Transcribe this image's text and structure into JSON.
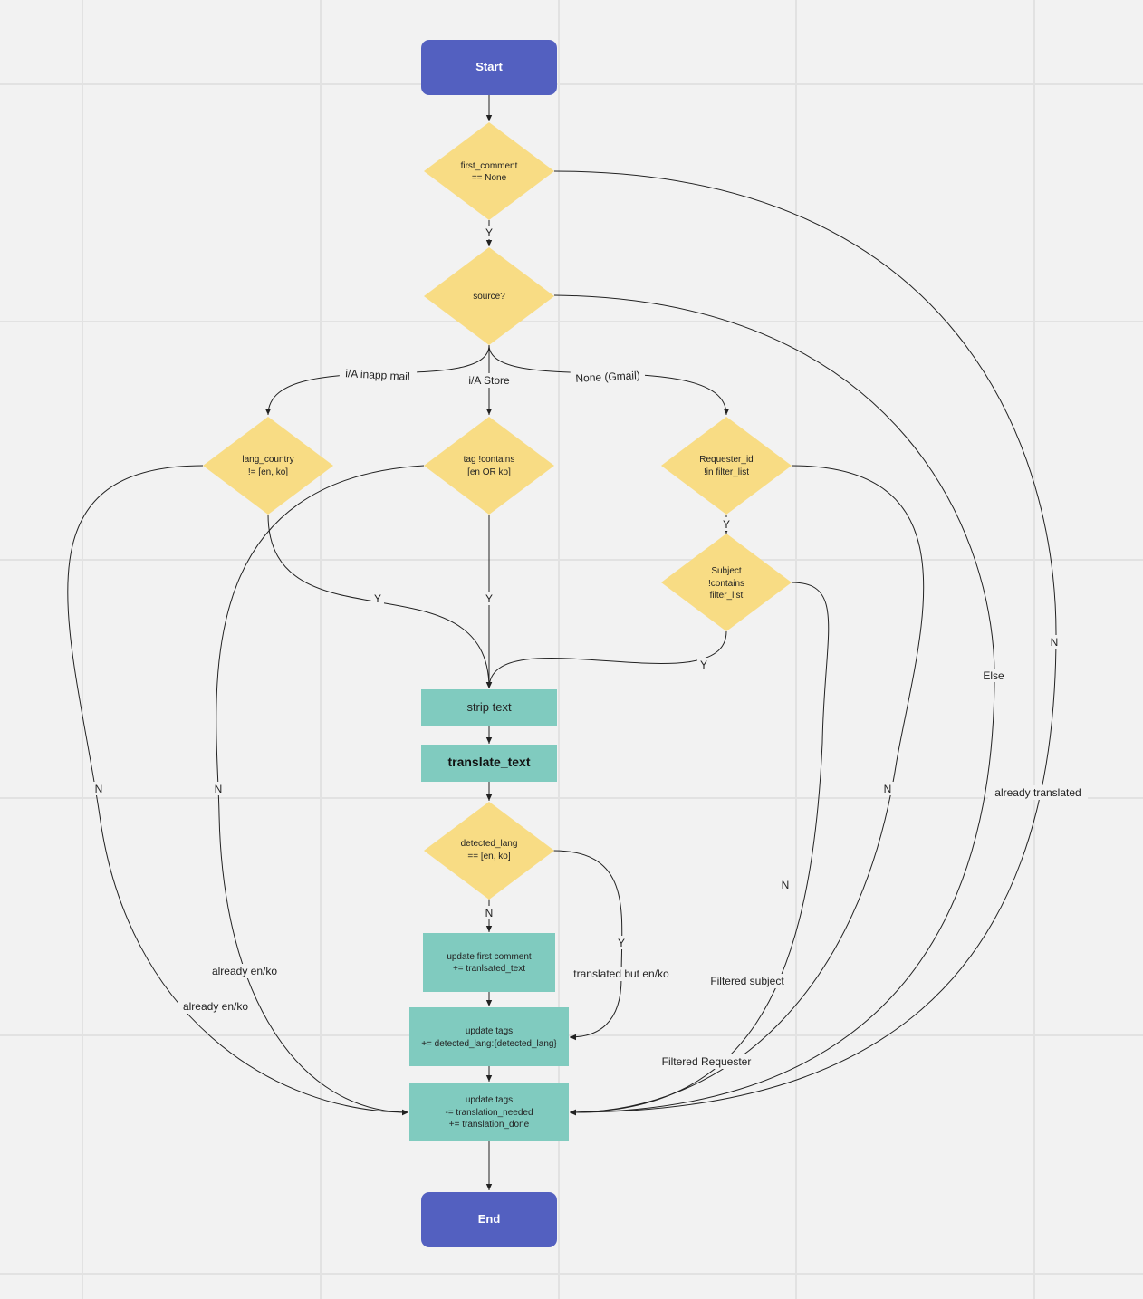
{
  "colors": {
    "background": "#f2f2f2",
    "grid": "#e2e2e2",
    "terminal": "#5360c0",
    "decision": "#f8dc84",
    "process": "#80cbbf",
    "line": "#222222"
  },
  "nodes": {
    "start": "Start",
    "first_comment": [
      "first_comment",
      "== None"
    ],
    "source": [
      "source?"
    ],
    "lang_country": [
      "lang_country",
      "!= [en, ko]"
    ],
    "tag_contains": [
      "tag !contains",
      "[en OR ko]"
    ],
    "requester_id": [
      "Requester_id",
      "!in filter_list"
    ],
    "subject": [
      "Subject",
      "!contains",
      "filter_list"
    ],
    "strip_text": "strip text",
    "translate_text": "translate_text",
    "detected_lang": [
      "detected_lang",
      "== [en, ko]"
    ],
    "update_first_comment": [
      "update first comment",
      "+= tranlsated_text"
    ],
    "update_tags_lang": [
      "update tags",
      "+= detected_lang:{detected_lang}"
    ],
    "update_tags_done": [
      "update tags",
      "-= translation_needed",
      "+= translation_done"
    ],
    "end": "End"
  },
  "edge_labels": {
    "first_y": "Y",
    "inapp": "i/A inapp mail",
    "store": "i/A Store",
    "gmail": "None (Gmail)",
    "lang_y": "Y",
    "tag_y": "Y",
    "req_y": "Y",
    "subject_y": "Y",
    "lang_n": "N",
    "tag_n": "N",
    "req_n": "N",
    "subject_n": "N",
    "source_else": "Else",
    "first_n": "N",
    "detected_n": "N",
    "detected_y": "Y",
    "already_enko_1": "already en/ko",
    "already_enko_2": "already en/ko",
    "translated_but": "translated but en/ko",
    "filtered_subject": "Filtered subject",
    "filtered_requester": "Filtered Requester",
    "already_translated": "already translated"
  }
}
